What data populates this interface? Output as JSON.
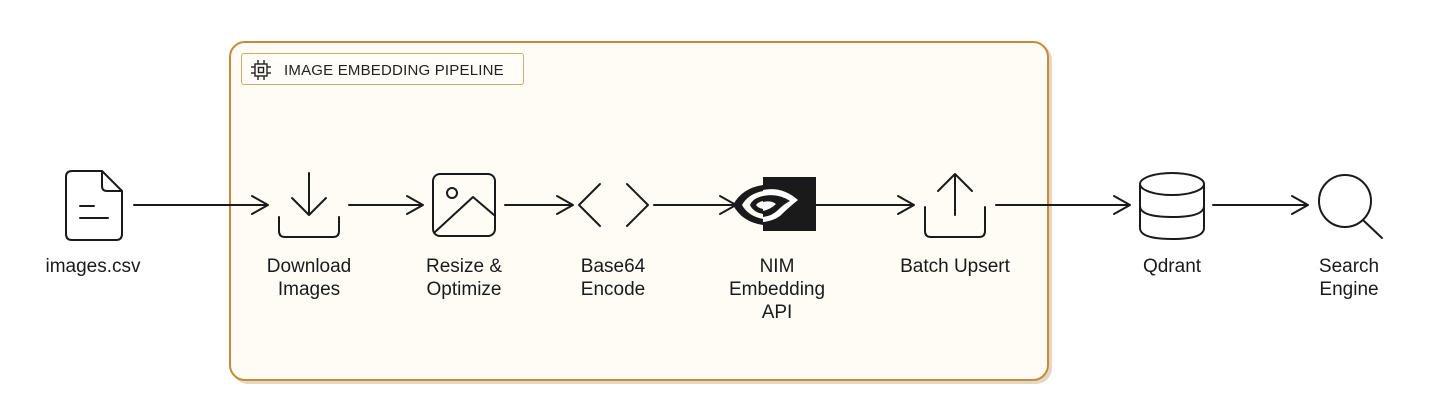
{
  "group": {
    "title": "IMAGE EMBEDDING PIPELINE",
    "border_color": "#c8893a",
    "fill_color": "#fefcf4"
  },
  "nodes": [
    {
      "id": "csv",
      "label": "images.csv",
      "icon": "file-icon"
    },
    {
      "id": "download",
      "label": "Download\nImages",
      "icon": "download-icon"
    },
    {
      "id": "resize",
      "label": "Resize &\nOptimize",
      "icon": "image-icon"
    },
    {
      "id": "encode",
      "label": "Base64\nEncode",
      "icon": "code-brackets-icon"
    },
    {
      "id": "nim",
      "label": "NIM\nEmbedding\nAPI",
      "icon": "nvidia-logo-icon"
    },
    {
      "id": "upsert",
      "label": "Batch Upsert",
      "icon": "upload-icon"
    },
    {
      "id": "qdrant",
      "label": "Qdrant",
      "icon": "database-icon"
    },
    {
      "id": "search",
      "label": "Search\nEngine",
      "icon": "search-icon"
    }
  ]
}
